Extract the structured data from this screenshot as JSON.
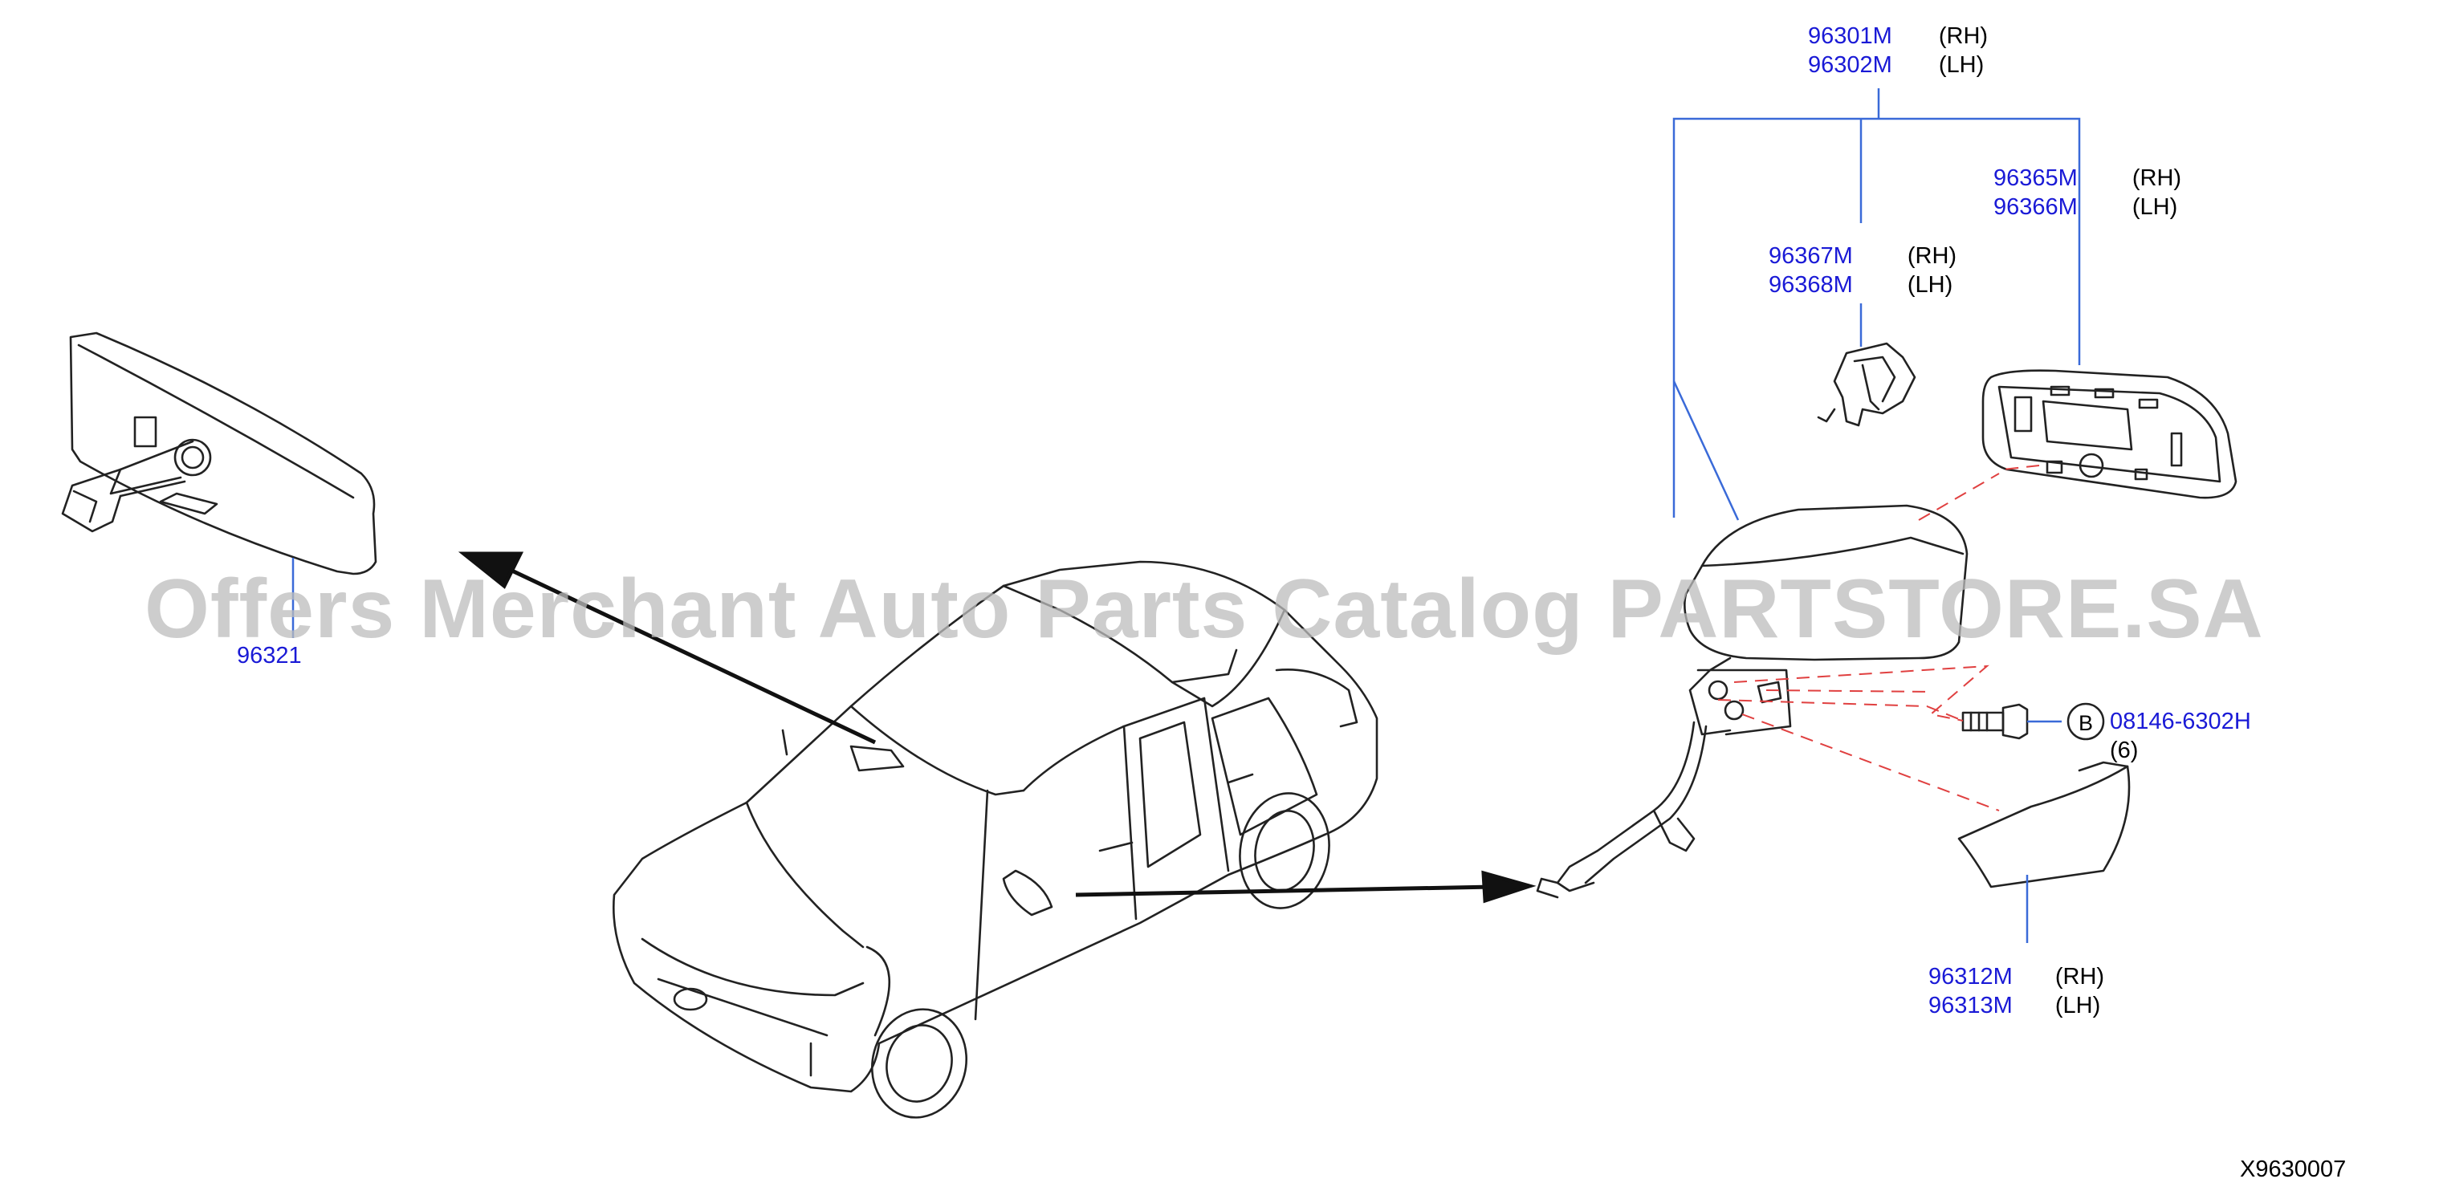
{
  "watermark": "Offers Merchant Auto Parts Catalog PARTSTORE.SA",
  "diagram_code": "X9630007",
  "colors": {
    "part_number": "#1a1ad6",
    "leader": "#3a6ad8",
    "hidden_line": "#e04040",
    "drawing": "#222222"
  },
  "callout_b": {
    "letter": "B",
    "part_number": "08146-6302H",
    "qty": "(6)"
  },
  "labels": {
    "inner_mirror": {
      "part_number": "96321"
    },
    "mirror_assy": [
      {
        "part_number": "96301M",
        "side": "(RH)"
      },
      {
        "part_number": "96302M",
        "side": "(LH)"
      }
    ],
    "glass": [
      {
        "part_number": "96365M",
        "side": "(RH)"
      },
      {
        "part_number": "96366M",
        "side": "(LH)"
      }
    ],
    "motor": [
      {
        "part_number": "96367M",
        "side": "(RH)"
      },
      {
        "part_number": "96368M",
        "side": "(LH)"
      }
    ],
    "cover": [
      {
        "part_number": "96312M",
        "side": "(RH)"
      },
      {
        "part_number": "96313M",
        "side": "(LH)"
      }
    ]
  }
}
